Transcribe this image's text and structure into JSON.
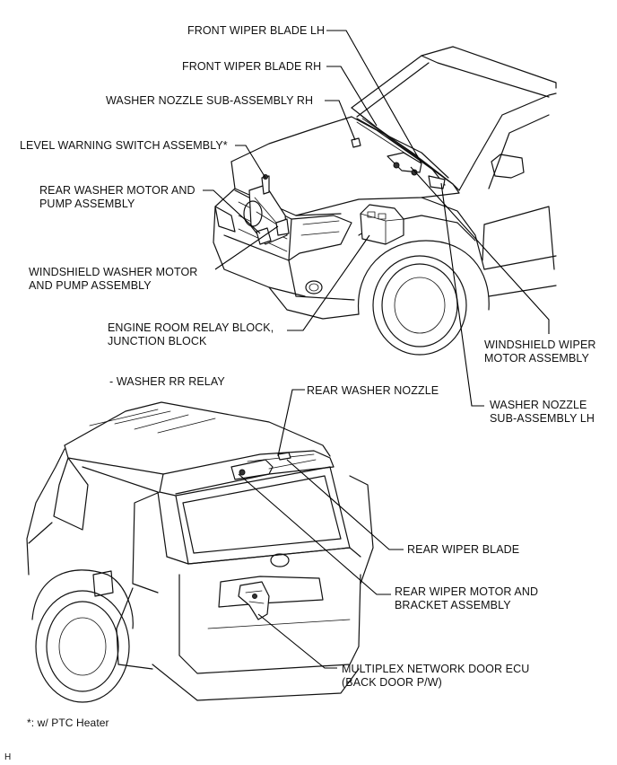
{
  "labels": {
    "front_wiper_blade_lh": "FRONT WIPER BLADE LH",
    "front_wiper_blade_rh": "FRONT WIPER BLADE RH",
    "washer_nozzle_rh": "WASHER NOZZLE SUB-ASSEMBLY RH",
    "level_warning_switch": "LEVEL WARNING SWITCH ASSEMBLY*",
    "rear_washer_motor": "REAR WASHER MOTOR AND\nPUMP ASSEMBLY",
    "windshield_washer_motor": "WINDSHIELD WASHER MOTOR\nAND PUMP ASSEMBLY",
    "engine_room_relay": "ENGINE ROOM RELAY BLOCK,\nJUNCTION BLOCK",
    "washer_rr_relay": "- WASHER RR RELAY",
    "windshield_wiper_motor": "WINDSHIELD WIPER\nMOTOR ASSEMBLY",
    "washer_nozzle_lh": "WASHER NOZZLE\nSUB-ASSEMBLY LH",
    "rear_washer_nozzle": "REAR WASHER NOZZLE",
    "rear_wiper_blade": "REAR WIPER BLADE",
    "rear_wiper_motor": "REAR WIPER MOTOR AND\nBRACKET ASSEMBLY",
    "multiplex_door_ecu": "MULTIPLEX NETWORK DOOR ECU\n(BACK DOOR P/W)"
  },
  "footnote": "*: w/ PTC Heater",
  "figure_code": "H"
}
